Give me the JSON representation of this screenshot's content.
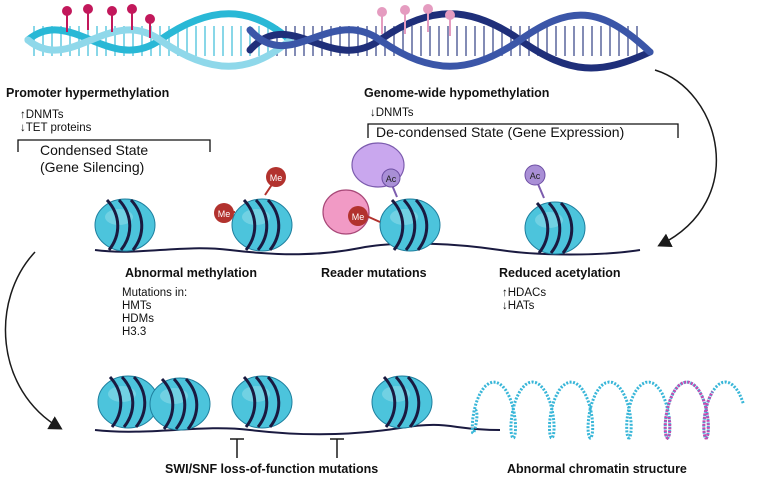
{
  "dna": {
    "left": {
      "title": "Promoter hypermethylation",
      "changes": [
        "↑DNMTs",
        "↓TET proteins"
      ],
      "state": [
        "Condensed State",
        "(Gene Silencing)"
      ]
    },
    "right": {
      "title": "Genome-wide hypomethylation",
      "changes": [
        "↓DNMTs"
      ],
      "state": "De-condensed State (Gene Expression)"
    }
  },
  "histone": {
    "methylation": {
      "title": "Abnormal methylation",
      "list": [
        "Mutations in:",
        "HMTs",
        "HDMs",
        "H3.3"
      ]
    },
    "reader": {
      "title": "Reader mutations"
    },
    "acetylation": {
      "title": "Reduced acetylation",
      "list": [
        "↑HDACs",
        "↓HATs"
      ]
    }
  },
  "marks": {
    "methyl": "Me",
    "acetyl": "Ac"
  },
  "bottom": {
    "swisnf": "SWI/SNF loss-of-function mutations",
    "chromatin": "Abnormal chromatin structure"
  },
  "colors": {
    "dna_left": "#29b8d6",
    "dna_right": "#1f2f7a",
    "methyl_left": "#c2185b",
    "methyl_right": "#e59cc0",
    "nucleosome": "#4cc4dc",
    "nucleosome_dark": "#1e7f9e",
    "me_mark": "#b2322e",
    "ac_mark": "#a98fd6",
    "reader_purple": "#c9a7ee",
    "reader_pink": "#f19ac5",
    "line": "#1a1a40",
    "helix": "#38b6d8",
    "helix_tail": "#c24cb0"
  }
}
